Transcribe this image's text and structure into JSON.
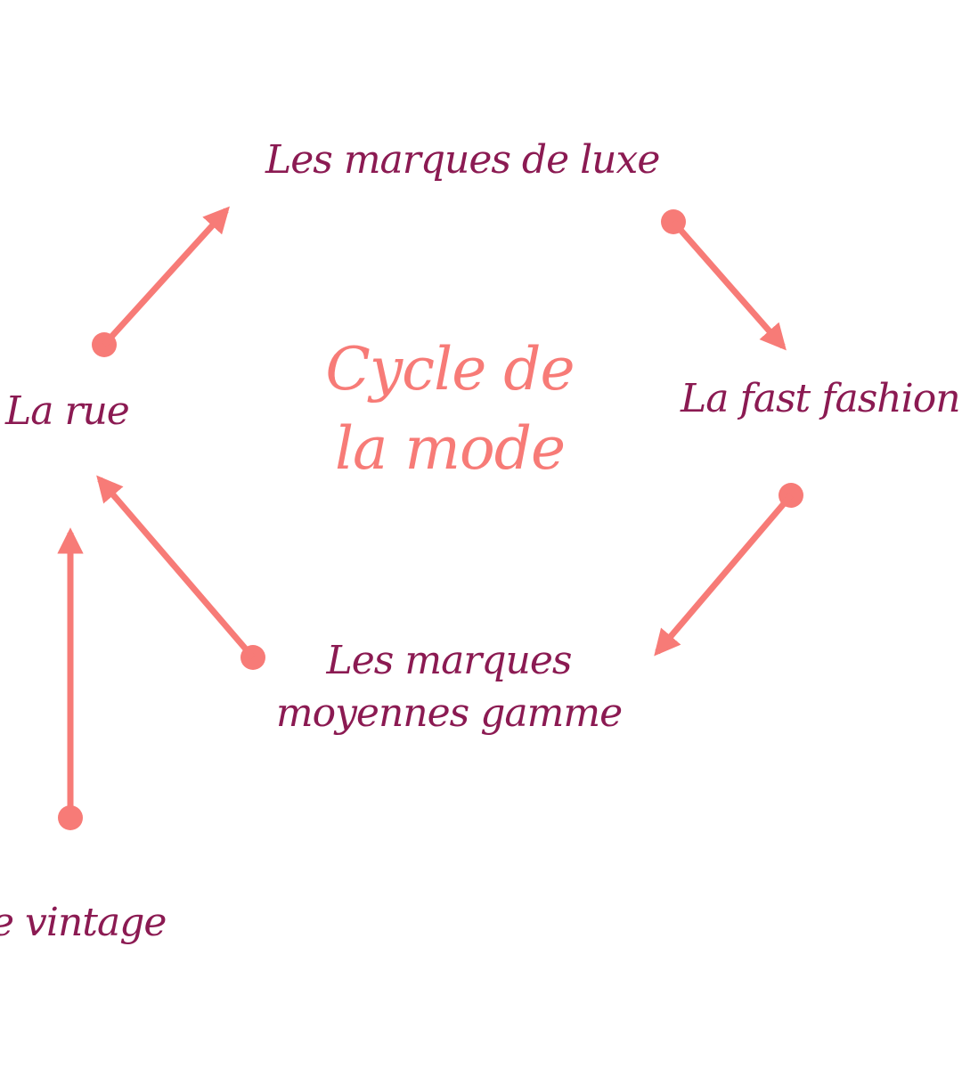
{
  "center_title": {
    "line1": "Cycle de",
    "line2": "la mode"
  },
  "nodes": {
    "luxe": "Les marques de luxe",
    "fast_fashion": "La fast fashion",
    "rue": "La rue",
    "moyennes_line1": "Les marques",
    "moyennes_line2": "moyennes gamme",
    "vintage": "e vintage"
  },
  "colors": {
    "node_text": "#8b1a52",
    "title_text": "#f77b77",
    "arrow": "#f77b77",
    "background": "#ffffff"
  }
}
